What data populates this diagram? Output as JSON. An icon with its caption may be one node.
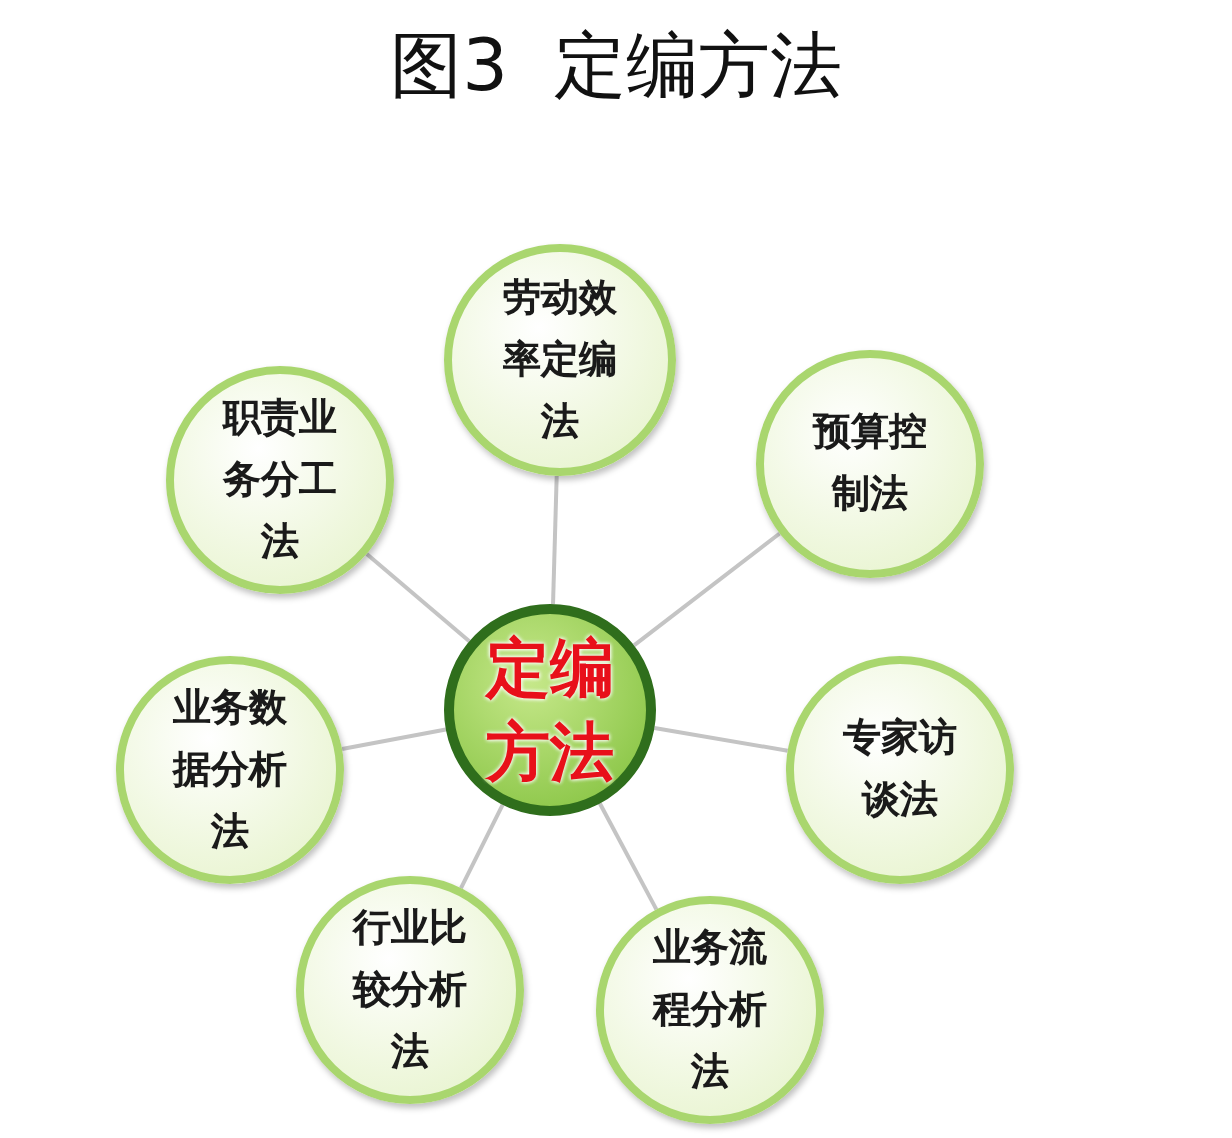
{
  "diagram": {
    "title": "图3  定编方法",
    "nodes": [
      {
        "text": [
          "定编方法"
        ]
      },
      {
        "text": [
          "劳动效率定编法"
        ]
      },
      {
        "text": [
          "职责业务分工法"
        ]
      },
      {
        "text": [
          "预算控制法"
        ]
      },
      {
        "text": [
          "业务数据分析法"
        ]
      },
      {
        "text": [
          "专家访谈法"
        ]
      },
      {
        "text": [
          "行业比较分析法"
        ]
      },
      {
        "text": [
          "业务流程分析法"
        ]
      }
    ],
    "edges": [
      {
        "from": 0,
        "to": 1,
        "arrow": "none"
      },
      {
        "from": 0,
        "to": 2,
        "arrow": "none"
      },
      {
        "from": 0,
        "to": 3,
        "arrow": "none"
      },
      {
        "from": 0,
        "to": 4,
        "arrow": "none"
      },
      {
        "from": 0,
        "to": 5,
        "arrow": "none"
      },
      {
        "from": 0,
        "to": 6,
        "arrow": "none"
      },
      {
        "from": 0,
        "to": 7,
        "arrow": "none"
      }
    ]
  }
}
